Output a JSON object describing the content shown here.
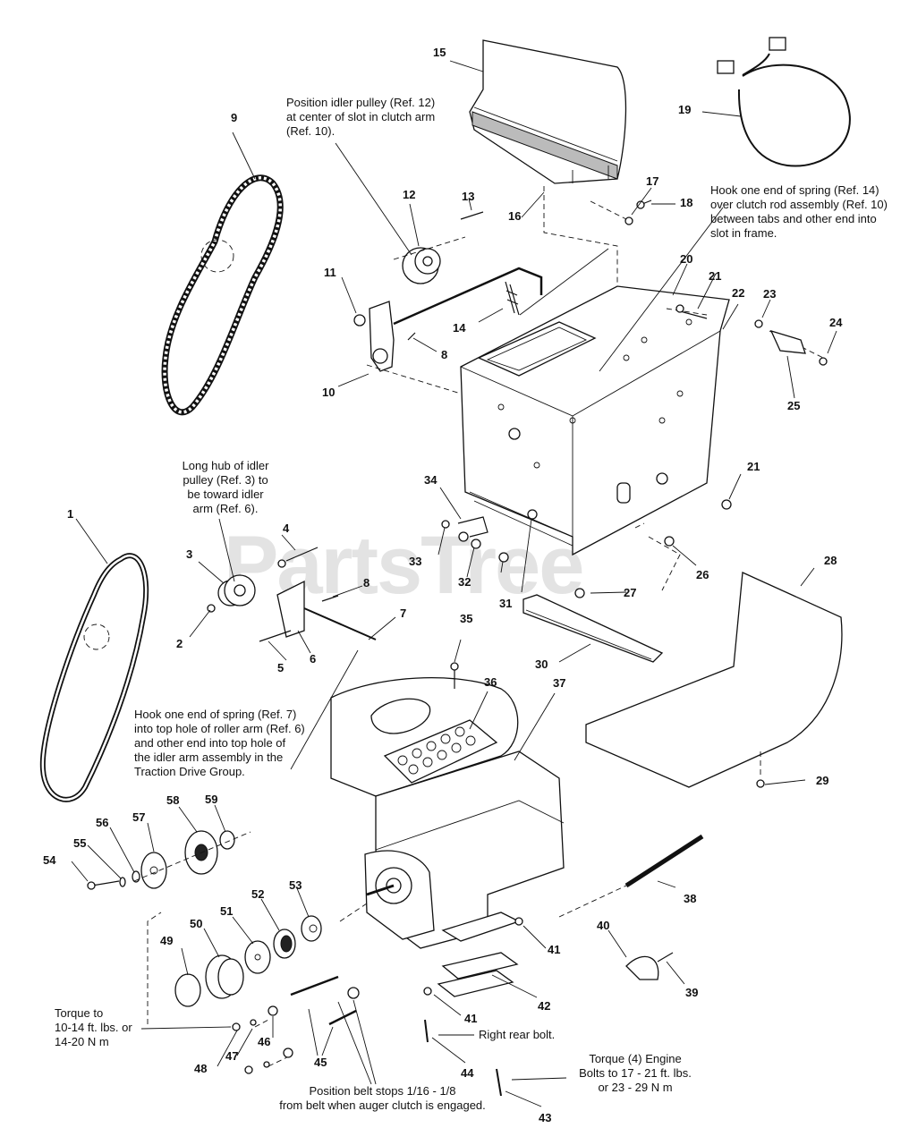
{
  "watermark": {
    "text": "PartsTree",
    "trademark": "™"
  },
  "callouts": [
    {
      "id": "c1",
      "label": "1"
    },
    {
      "id": "c2",
      "label": "2"
    },
    {
      "id": "c3",
      "label": "3"
    },
    {
      "id": "c4",
      "label": "4"
    },
    {
      "id": "c5",
      "label": "5"
    },
    {
      "id": "c6",
      "label": "6"
    },
    {
      "id": "c7",
      "label": "7"
    },
    {
      "id": "c8a",
      "label": "8"
    },
    {
      "id": "c8b",
      "label": "8"
    },
    {
      "id": "c9",
      "label": "9"
    },
    {
      "id": "c10",
      "label": "10"
    },
    {
      "id": "c11",
      "label": "11"
    },
    {
      "id": "c12",
      "label": "12"
    },
    {
      "id": "c13",
      "label": "13"
    },
    {
      "id": "c14",
      "label": "14"
    },
    {
      "id": "c15",
      "label": "15"
    },
    {
      "id": "c16",
      "label": "16"
    },
    {
      "id": "c17",
      "label": "17"
    },
    {
      "id": "c18",
      "label": "18"
    },
    {
      "id": "c19",
      "label": "19"
    },
    {
      "id": "c20",
      "label": "20"
    },
    {
      "id": "c21a",
      "label": "21"
    },
    {
      "id": "c21b",
      "label": "21"
    },
    {
      "id": "c22",
      "label": "22"
    },
    {
      "id": "c23",
      "label": "23"
    },
    {
      "id": "c24",
      "label": "24"
    },
    {
      "id": "c25",
      "label": "25"
    },
    {
      "id": "c26",
      "label": "26"
    },
    {
      "id": "c27",
      "label": "27"
    },
    {
      "id": "c28",
      "label": "28"
    },
    {
      "id": "c29",
      "label": "29"
    },
    {
      "id": "c30",
      "label": "30"
    },
    {
      "id": "c31",
      "label": "31"
    },
    {
      "id": "c32",
      "label": "32"
    },
    {
      "id": "c33",
      "label": "33"
    },
    {
      "id": "c34",
      "label": "34"
    },
    {
      "id": "c35",
      "label": "35"
    },
    {
      "id": "c36",
      "label": "36"
    },
    {
      "id": "c37",
      "label": "37"
    },
    {
      "id": "c38",
      "label": "38"
    },
    {
      "id": "c39",
      "label": "39"
    },
    {
      "id": "c40",
      "label": "40"
    },
    {
      "id": "c41a",
      "label": "41"
    },
    {
      "id": "c41b",
      "label": "41"
    },
    {
      "id": "c42",
      "label": "42"
    },
    {
      "id": "c43",
      "label": "43"
    },
    {
      "id": "c44",
      "label": "44"
    },
    {
      "id": "c45",
      "label": "45"
    },
    {
      "id": "c46",
      "label": "46"
    },
    {
      "id": "c47",
      "label": "47"
    },
    {
      "id": "c48",
      "label": "48"
    },
    {
      "id": "c49",
      "label": "49"
    },
    {
      "id": "c50",
      "label": "50"
    },
    {
      "id": "c51",
      "label": "51"
    },
    {
      "id": "c52",
      "label": "52"
    },
    {
      "id": "c53",
      "label": "53"
    },
    {
      "id": "c54",
      "label": "54"
    },
    {
      "id": "c55",
      "label": "55"
    },
    {
      "id": "c56",
      "label": "56"
    },
    {
      "id": "c57",
      "label": "57"
    },
    {
      "id": "c58",
      "label": "58"
    },
    {
      "id": "c59",
      "label": "59"
    }
  ],
  "notes": {
    "idler_pulley": [
      "Position idler pulley (Ref. 12)",
      "at center of slot in clutch arm",
      "(Ref. 10)."
    ],
    "spring_14": [
      "Hook one end of spring (Ref. 14)",
      "over clutch rod assembly (Ref. 10)",
      "between tabs and other end into",
      "slot in frame."
    ],
    "long_hub": [
      "Long hub of idler",
      "pulley (Ref. 3) to",
      "be toward idler",
      "arm (Ref. 6)."
    ],
    "spring_7": [
      "Hook one end of spring (Ref. 7)",
      "into top hole of roller arm (Ref. 6)",
      "and other end into top hole of",
      "the idler arm assembly in the",
      "Traction Drive Group."
    ],
    "torque_left": [
      "Torque to",
      "10-14 ft. lbs. or",
      "14-20 N m"
    ],
    "right_rear_bolt": [
      "Right rear bolt."
    ],
    "torque_engine": [
      "Torque (4) Engine",
      "Bolts to 17 - 21 ft. lbs.",
      "or 23 - 29 N m"
    ],
    "belt_stops": [
      "Position belt stops 1/16 -  1/8",
      "from belt when auger clutch is engaged."
    ]
  }
}
